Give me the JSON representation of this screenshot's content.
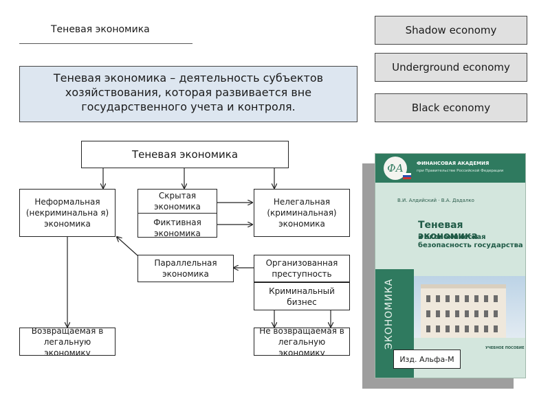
{
  "header": {
    "title": "Теневая экономика"
  },
  "definition": {
    "text": "Теневая экономика – деятельность субъектов хозяйствования, которая развивается вне государственного учета и контроля."
  },
  "terms": [
    "Shadow economy",
    "Underground economy",
    "Black economy"
  ],
  "diagram": {
    "root": "Теневая экономика",
    "informal": "Неформальная (некриминальна я) экономика",
    "hidden": "Скрытая экономика",
    "fictitious": "Фиктивная экономика",
    "illegal": "Нелегальная (криминальная) экономика",
    "parallel": "Параллельная экономика",
    "organized_crime": "Организованная преступность",
    "criminal_business": "Криминальный бизнес",
    "returned": "Возвращаемая в легальную экономику",
    "not_returned": "Не возвращаемая в легальную экономику"
  },
  "book": {
    "logo": "ФА",
    "publisher": "ФИНАНСОВАЯ АКАДЕМИЯ",
    "publisher_sub": "при Правительстве Российской Федерации",
    "authors": "В.И. Алдийский · В.А. Дадалко",
    "title_line1": "Теневая экономика",
    "title_line2": "и экономическая",
    "title_line3": "безопасность государства",
    "series": "ЭКОНОМИКА",
    "edition": "УЧЕБНОЕ ПОСОБИЕ",
    "publisher_label": "Изд. Альфа-М"
  }
}
